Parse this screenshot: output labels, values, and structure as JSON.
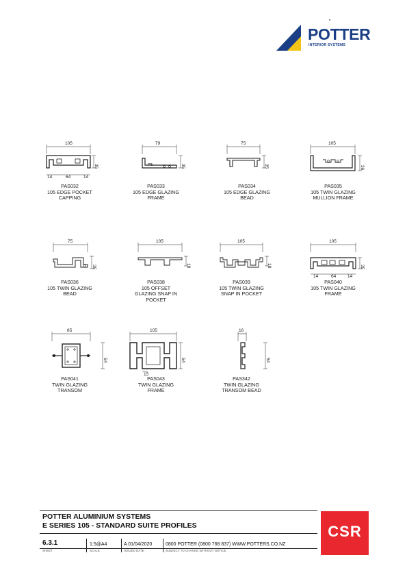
{
  "brand": {
    "name": "POTTER",
    "tagline": "INTERIOR SYSTEMS",
    "colors": {
      "navy": "#1a3f86",
      "yellow": "#f2c418",
      "red": "#e8282e"
    }
  },
  "profiles": [
    {
      "code": "PAS032",
      "caption": [
        "105 EDGE POCKET",
        "CAPPING"
      ],
      "width": "105",
      "height": "35",
      "extra": [
        "14",
        "64",
        "14"
      ]
    },
    {
      "code": "PAS033",
      "caption": [
        "105 EDGE GLAZING",
        "FRAME"
      ],
      "width": "79",
      "height": "35"
    },
    {
      "code": "PAS034",
      "caption": [
        "105 EDGE GLAZING",
        "BEAD"
      ],
      "width": "75",
      "height": "35"
    },
    {
      "code": "PAS035",
      "caption": [
        "105 TWIN GLAZING",
        "MULLION FRAME"
      ],
      "width": "105",
      "height": "36"
    },
    {
      "code": "PAS036",
      "caption": [
        "105 TWIN GLAZING",
        "BEAD"
      ],
      "width": "75",
      "height": "35"
    },
    {
      "code": "PAS038",
      "caption": [
        "105 OFFSET",
        "GLAZING SNAP IN",
        "POCKET"
      ],
      "width": "105",
      "height": "18"
    },
    {
      "code": "PAS039",
      "caption": [
        "105 TWIN GLAZING",
        "SNAP IN POCKET"
      ],
      "width": "105",
      "height": "18"
    },
    {
      "code": "PAS040",
      "caption": [
        "105 TWIN GLAZING",
        "FRAME"
      ],
      "width": "105",
      "height": "35",
      "extra": [
        "14",
        "64",
        "14"
      ]
    },
    {
      "code": "PAS041",
      "caption": [
        "TWIN GLAZING",
        "TRANSOM"
      ],
      "width": "85",
      "height": "54"
    },
    {
      "code": "PAS043",
      "caption": [
        "TWIN GLAZING",
        "FRAME"
      ],
      "width": "105",
      "height": "54",
      "extra": [
        "15"
      ]
    },
    {
      "code": "PAS342",
      "caption": [
        "TWIN GLAZING",
        "TRANSOM BEAD"
      ],
      "width": "16",
      "height": "54"
    }
  ],
  "title_block": {
    "company": "POTTER ALUMINIUM SYSTEMS",
    "subtitle": "E SERIES 105 - STANDARD SUITE PROFILES",
    "sheet": "6.3.1",
    "scale": "1:5@A4",
    "issued": "A 01/04/2020",
    "contact": "0800 POTTER (0800 768 837) WWW.POTTERS.CO.NZ",
    "labels": {
      "sheet": "SHEET",
      "scale": "SCALE",
      "issued": "ISSUED DATE",
      "note": "SUBJECT TO CHANGE WITHOUT NOTICE"
    },
    "csr": "CSR"
  }
}
